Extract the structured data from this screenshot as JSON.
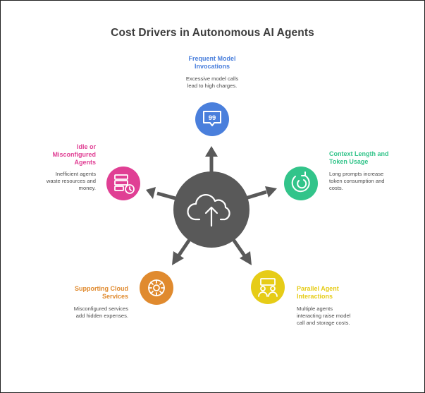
{
  "title": "Cost Drivers in Autonomous AI Agents",
  "colors": {
    "hub": "#595959",
    "frequent": "#4a7fdc",
    "context": "#32c48a",
    "parallel": "#e6cc17",
    "supporting": "#e08a2e",
    "idle": "#e03f94"
  },
  "nodes": {
    "frequent": {
      "label": "Frequent Model\nInvocations",
      "desc": "Excessive model calls\nlead to high charges.",
      "icon": "quote-bubble-icon",
      "glyph": "99"
    },
    "context": {
      "label": "Context Length and\nToken Usage",
      "desc": "Long prompts increase\ntoken consumption and\ncosts.",
      "icon": "refresh-cycle-icon"
    },
    "parallel": {
      "label": "Parallel Agent\nInteractions",
      "desc": "Multiple agents\ninteracting raise model\ncall and storage costs.",
      "icon": "collaboration-icon"
    },
    "supporting": {
      "label": "Supporting Cloud\nServices",
      "desc": "Misconfigured services\nadd hidden expenses.",
      "icon": "settings-gear-icon"
    },
    "idle": {
      "label": "Idle or\nMisconfigured\nAgents",
      "desc": "Inefficient agents\nwaste resources and\nmoney.",
      "icon": "server-clock-icon"
    }
  },
  "hub_icon": "cloud-upload-icon"
}
